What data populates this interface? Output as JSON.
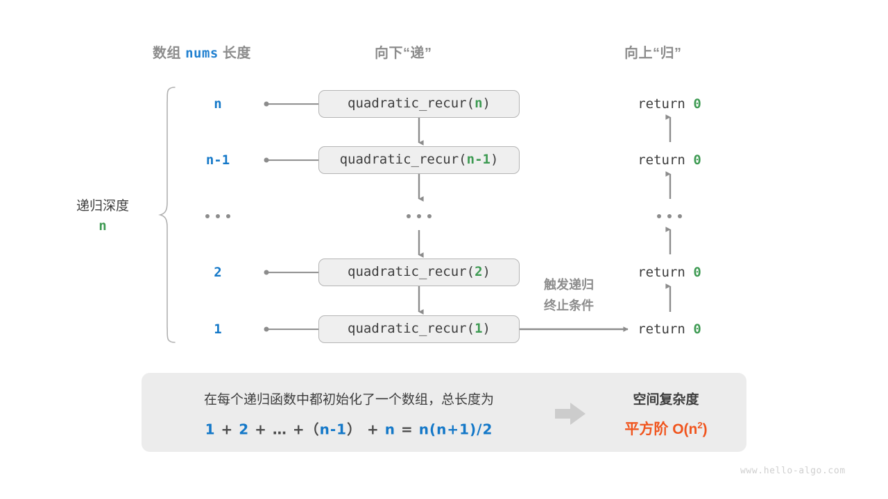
{
  "headers": {
    "left_prefix": "数组",
    "left_mono": "nums",
    "left_suffix": "长度",
    "middle": "向下“递”",
    "right": "向上“归”"
  },
  "depth": {
    "label": "递归深度",
    "value": "n"
  },
  "rows": [
    {
      "length": "n",
      "call_name": "quadratic_recur",
      "call_arg": "n",
      "return_keyword": "return",
      "return_value": "0"
    },
    {
      "length": "n-1",
      "call_name": "quadratic_recur",
      "call_arg": "n-1",
      "return_keyword": "return",
      "return_value": "0"
    },
    {
      "length": "...",
      "call_name": "...",
      "call_arg": "",
      "return_keyword": "...",
      "return_value": ""
    },
    {
      "length": "2",
      "call_name": "quadratic_recur",
      "call_arg": "2",
      "return_keyword": "return",
      "return_value": "0"
    },
    {
      "length": "1",
      "call_name": "quadratic_recur",
      "call_arg": "1",
      "return_keyword": "return",
      "return_value": "0"
    }
  ],
  "trigger_note": {
    "line1": "触发递归",
    "line2": "终止条件"
  },
  "summary": {
    "description": "在每个递归函数中都初始化了一个数组，总长度为",
    "formula": {
      "t1": "1",
      "o1": "+",
      "t2": "2",
      "o2": "+",
      "t3": "…",
      "o3": "+",
      "lp": "（",
      "t4": "n-1",
      "rp": "）",
      "o4": "+",
      "t5": "n",
      "eq": "=",
      "t6": "n(n+1)/2"
    },
    "result_title": "空间复杂度",
    "result_prefix": "平方阶",
    "result_notation_base": "O(n",
    "result_notation_exp": "2",
    "result_notation_close": ")"
  },
  "watermark": "www.hello-algo.com",
  "colors": {
    "blue": "#1478c8",
    "green": "#3d9a52",
    "orange": "#f0551e",
    "gray": "#8c8c8c",
    "dark": "#3c3c3c",
    "box_fill": "#efefef",
    "panel_fill": "#ececec"
  }
}
